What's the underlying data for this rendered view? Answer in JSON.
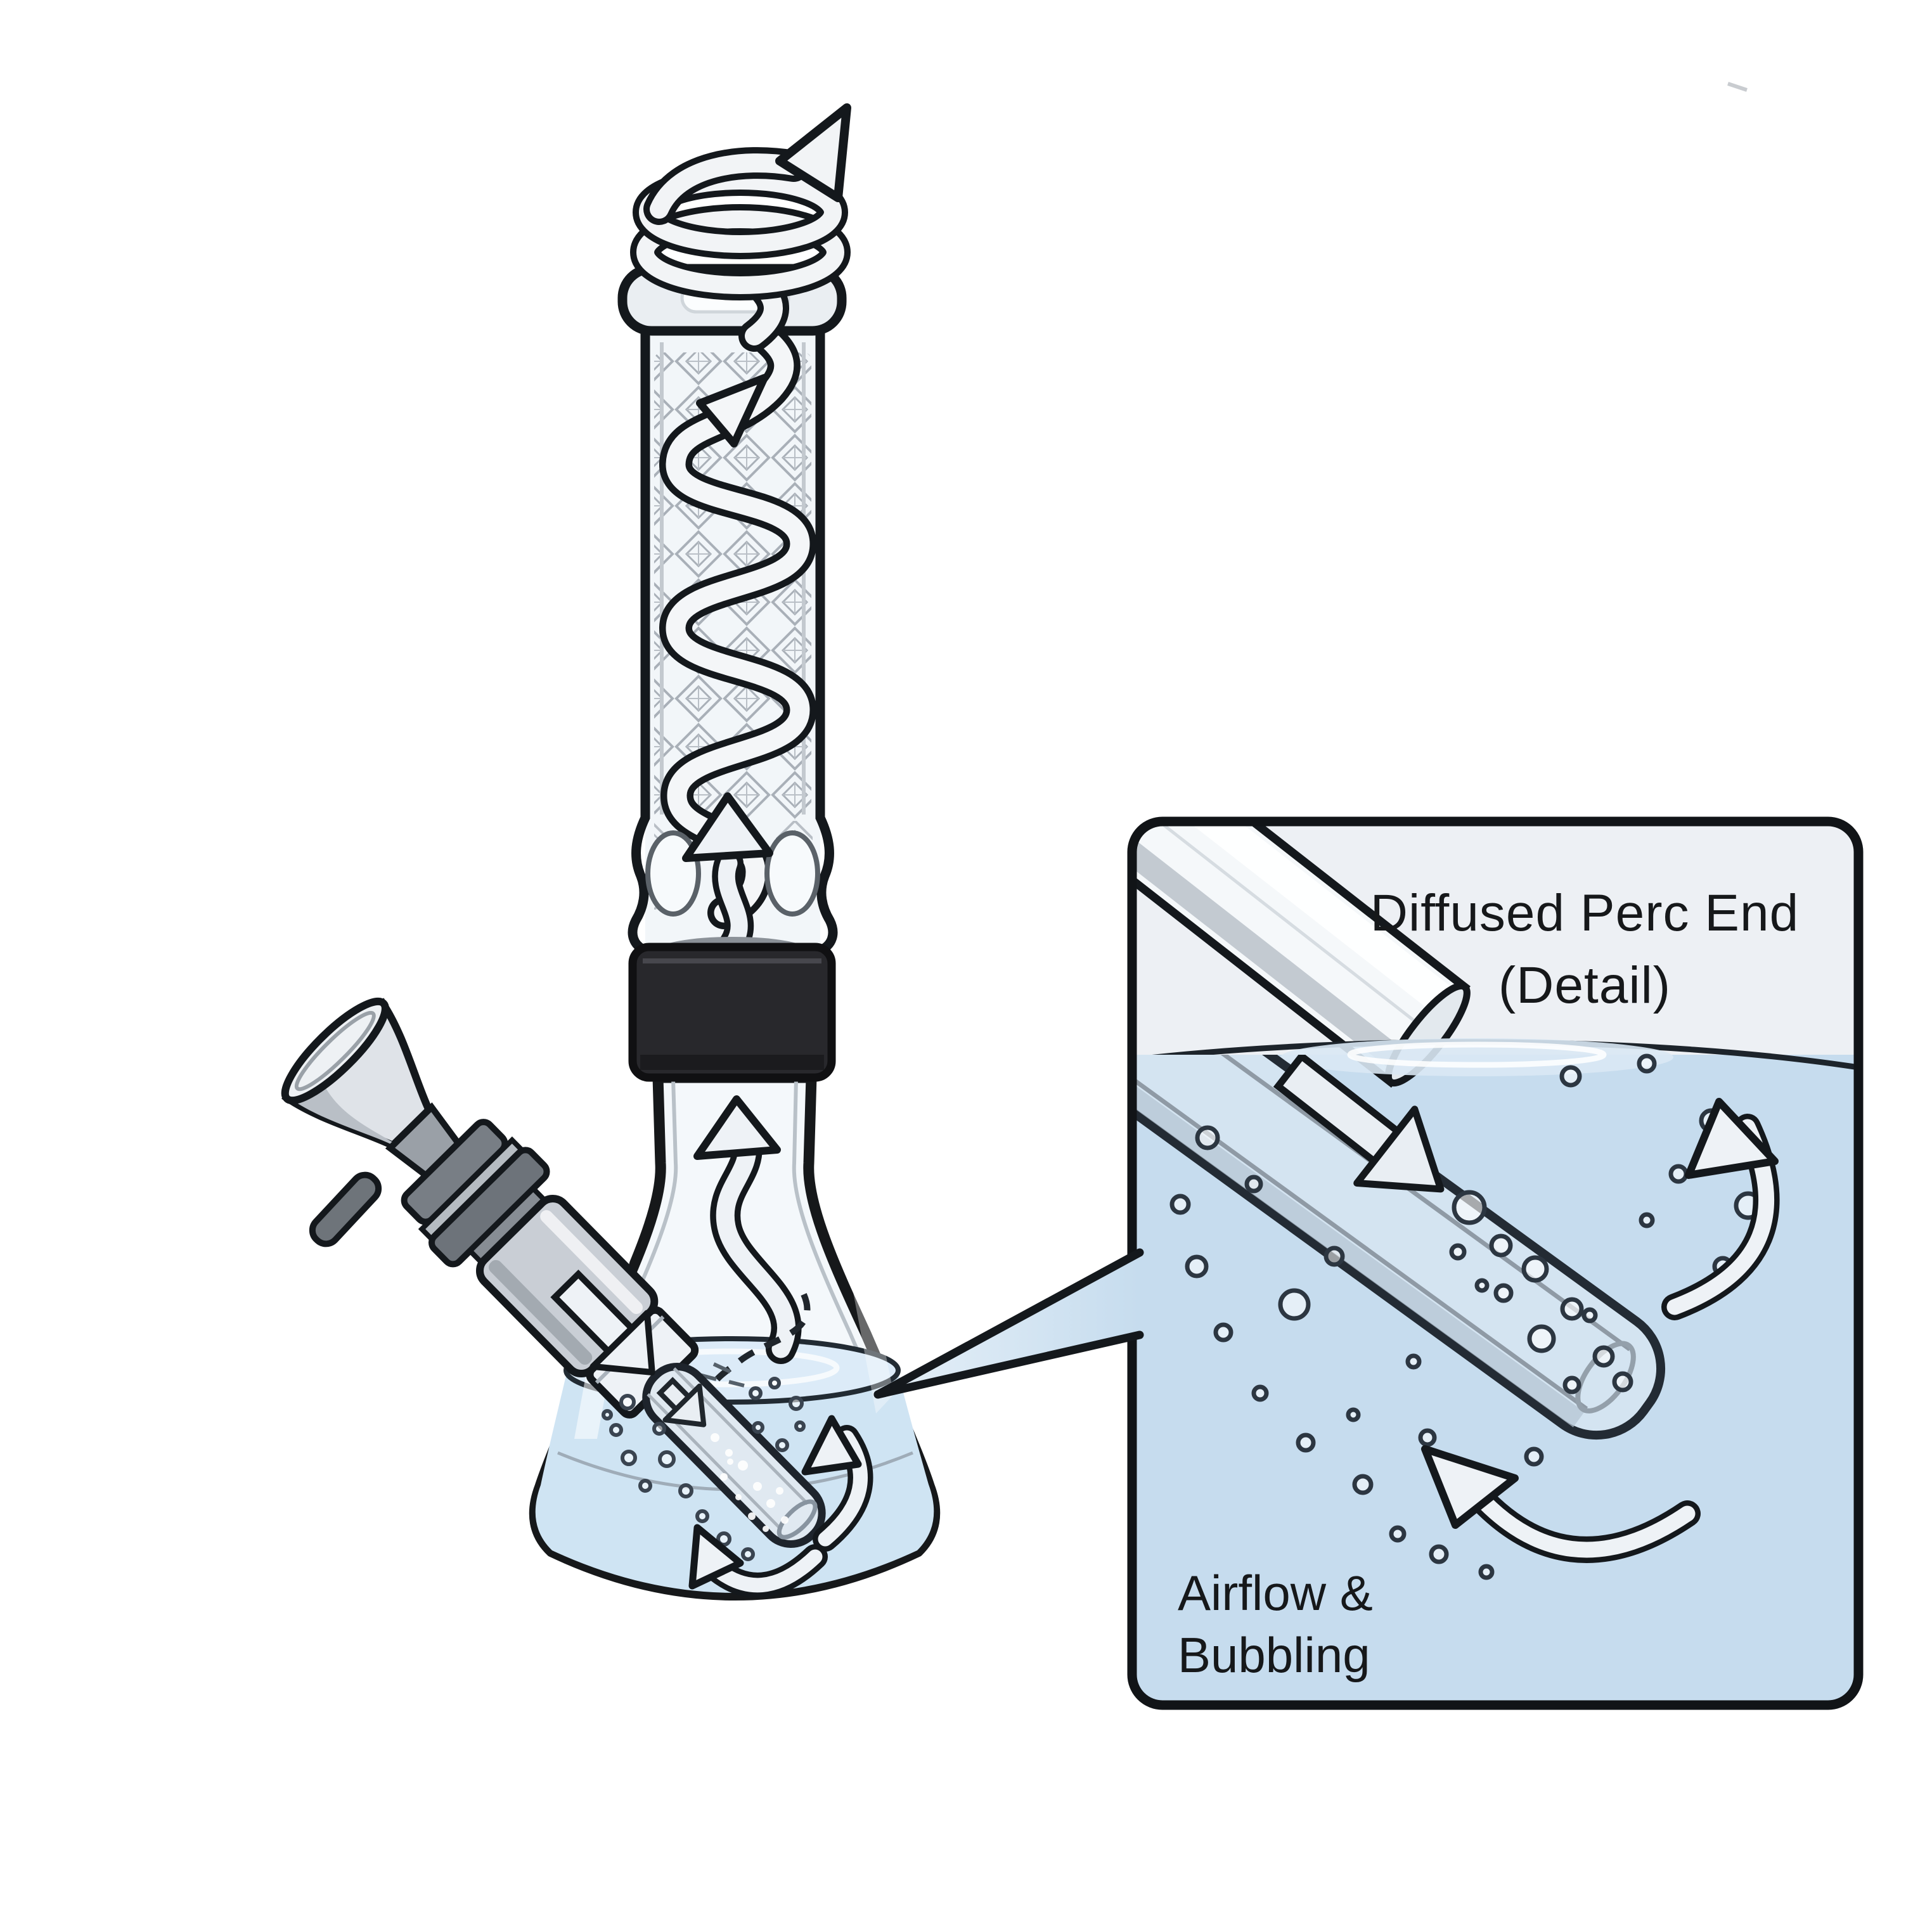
{
  "inset": {
    "title_line1": "Diffused Perc End",
    "title_line2": "(Detail)",
    "label_line1": "Airflow &",
    "label_line2": "Bubbling"
  },
  "colors": {
    "background": "#ffffff",
    "outline": "#14181c",
    "inset_header": "#edf0f4",
    "inset_water": "#c6dcee",
    "beaker_water": "#cfe4f3",
    "water_surface_lens": "#dcebf8",
    "glass_light": "#f2f6f9",
    "glass_shade": "#c9cfd6",
    "lattice_line": "#a9b0b8",
    "collar_black": "#28282c",
    "bowl_gray_dark": "#6d737a",
    "bowl_gray_mid": "#8a9096",
    "bowl_gray_light": "#c9ced5",
    "arrow_fill": "#eef2f6"
  },
  "icons": {
    "top_arrow": "spiral-exhale-arrow",
    "tube_arrow": "helix-updraft-arrow",
    "neck_arrow": "wavy-updraft-arrow",
    "stem_arrow": "downstem-flow-arrow",
    "inset_tube_arrow": "perc-downflow-arrow",
    "inset_right_arrow": "bubble-rise-arrow",
    "inset_bottom_arrow": "water-swirl-arrow",
    "callout": "detail-callout-wedge"
  }
}
